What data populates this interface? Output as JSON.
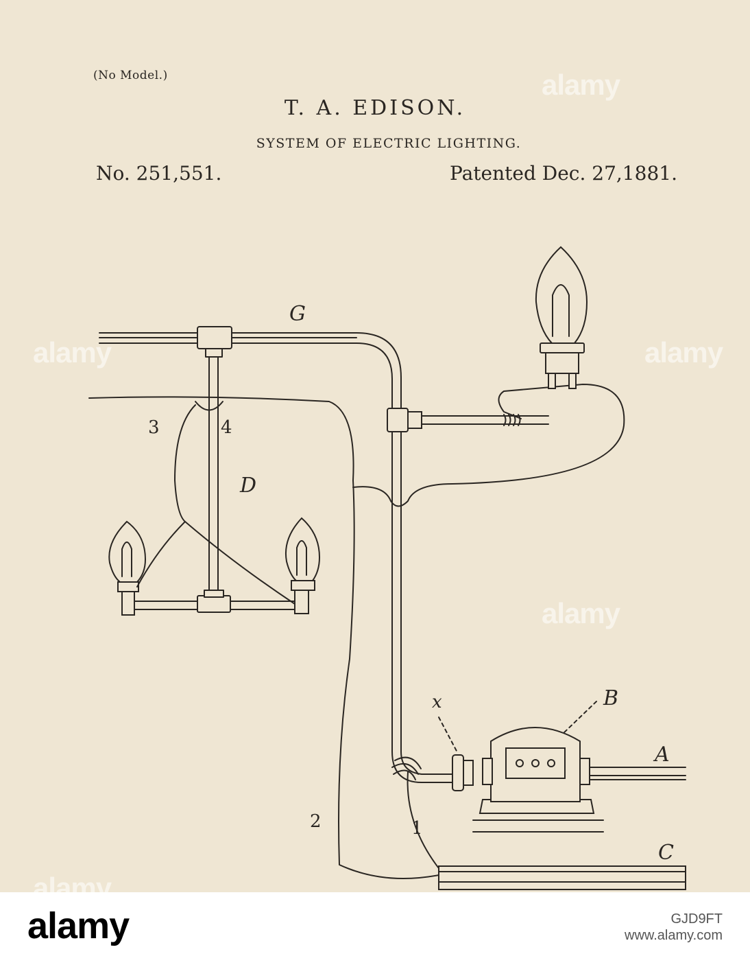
{
  "header": {
    "no_model": "(No Model.)",
    "inventor": "T. A. EDISON.",
    "title": "SYSTEM OF ELECTRIC LIGHTING.",
    "patent_number": "No. 251,551.",
    "patent_date": "Patented Dec. 27,1881."
  },
  "labels": {
    "G": "G",
    "D": "D",
    "B": "B",
    "A": "A",
    "C": "C",
    "x": "x",
    "n1": "1",
    "n2": "2",
    "n3": "3",
    "n4": "4"
  },
  "watermark": "alamy",
  "footer": {
    "logo": "alamy",
    "image_id": "GJD9FT",
    "url": "www.alamy.com"
  }
}
